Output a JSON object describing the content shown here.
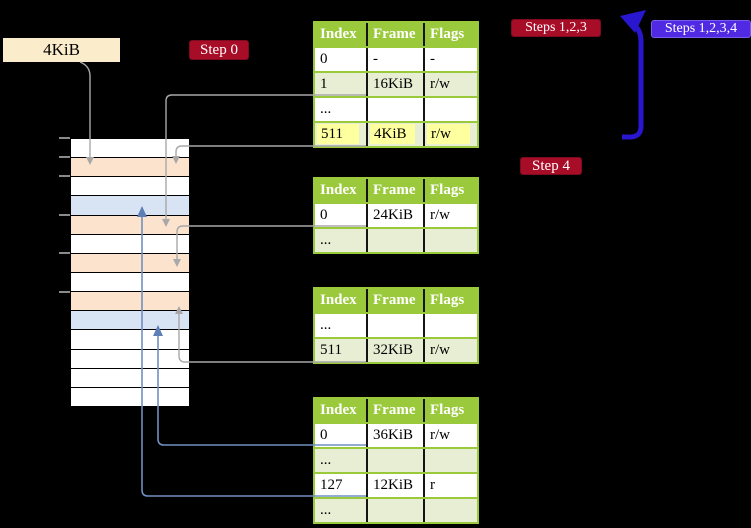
{
  "page_size_label": "4KiB",
  "badges": {
    "step0": "Step 0",
    "steps123": "Steps 1,2,3",
    "steps1234": "Steps 1,2,3,4",
    "step4": "Step 4"
  },
  "tables": [
    {
      "name": "page-table-top",
      "headers": [
        "Index",
        "Frame",
        "Flags"
      ],
      "rows": [
        {
          "cells": [
            "0",
            "-",
            "-"
          ]
        },
        {
          "cells": [
            "1",
            "16KiB",
            "r/w"
          ]
        },
        {
          "cells": [
            "...",
            "",
            ""
          ]
        },
        {
          "cells": [
            "511",
            "4KiB",
            "r/w"
          ],
          "highlight": true
        }
      ]
    },
    {
      "name": "page-table-second",
      "headers": [
        "Index",
        "Frame",
        "Flags"
      ],
      "rows": [
        {
          "cells": [
            "0",
            "24KiB",
            "r/w"
          ]
        },
        {
          "cells": [
            "...",
            "",
            ""
          ]
        }
      ]
    },
    {
      "name": "page-table-third",
      "headers": [
        "Index",
        "Frame",
        "Flags"
      ],
      "rows": [
        {
          "cells": [
            "...",
            "",
            ""
          ]
        },
        {
          "cells": [
            "511",
            "32KiB",
            "r/w"
          ]
        }
      ]
    },
    {
      "name": "page-table-bottom",
      "headers": [
        "Index",
        "Frame",
        "Flags"
      ],
      "rows": [
        {
          "cells": [
            "0",
            "36KiB",
            "r/w"
          ]
        },
        {
          "cells": [
            "...",
            "",
            ""
          ]
        },
        {
          "cells": [
            "127",
            "12KiB",
            "r"
          ]
        },
        {
          "cells": [
            "...",
            "",
            ""
          ]
        }
      ]
    }
  ],
  "memory": {
    "rows": [
      "white",
      "orange",
      "white",
      "blue",
      "orange",
      "white",
      "orange",
      "white",
      "orange",
      "blue",
      "white",
      "white",
      "white",
      "white"
    ]
  },
  "colors": {
    "background": "#000000",
    "table_green": "#9aca3b",
    "table_row_green": "#e7eed3",
    "highlight_yellow": "#feff9e",
    "label_cream": "#fbeccb",
    "memory_white": "#ffffff",
    "memory_orange": "#fce3cd",
    "memory_blue": "#d8e4f4",
    "badge_red": "#a80d28",
    "badge_blue": "#4f2ae2",
    "flow_arrow_blue": "#2916cf",
    "connector_gray": "#a8a8a8",
    "connector_blue": "#6f8fc0"
  }
}
